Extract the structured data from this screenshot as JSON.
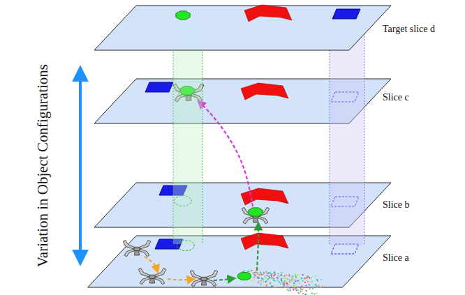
{
  "diagram": {
    "labels": [
      "Variation in Object Configurations",
      "Target slice d",
      "Slice c",
      "Slice b",
      "Slice a"
    ]
  }
}
